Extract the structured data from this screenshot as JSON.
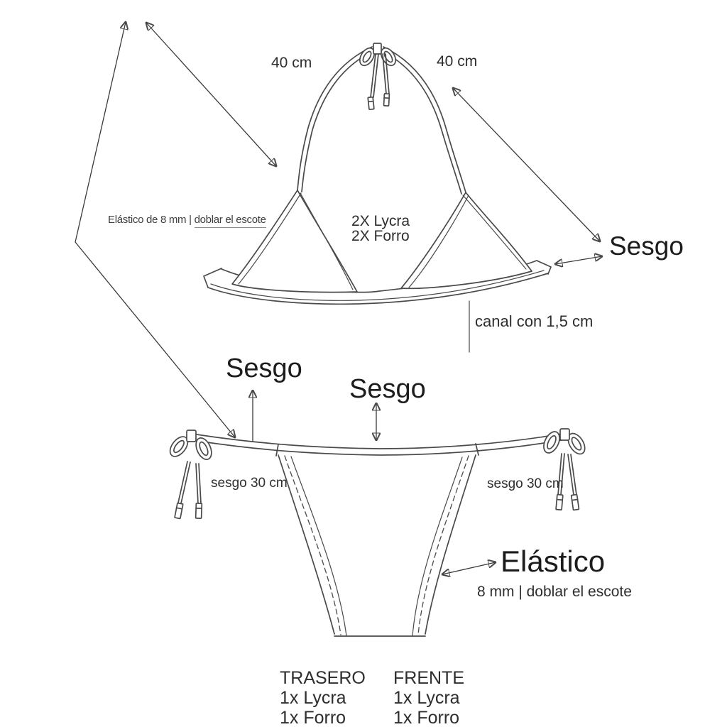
{
  "diagram": {
    "background": "#ffffff",
    "line_color": "#4a4a4a",
    "arrow_color": "#3a3a3a",
    "text_color": "#2e2e2e"
  },
  "top_piece": {
    "strap_left_measure": "40 cm",
    "strap_right_measure": "40 cm",
    "elastic_note": "Elástico de 8 mm | ",
    "elastic_note_underlined": "doblar el escote",
    "fabric_qty_line1": "2X Lycra",
    "fabric_qty_line2": "2X Forro",
    "bias_label": "Sesgo",
    "channel_label": "canal con 1,5 cm"
  },
  "bottom_piece": {
    "bias_label_left": "Sesgo",
    "bias_label_center": "Sesgo",
    "side_tie_left": "sesgo 30 cm",
    "side_tie_right": "sesgo 30 cm",
    "elastic_title": "Elástico",
    "elastic_spec": "8 mm | doblar el escote"
  },
  "cut_list": {
    "back_title": "TRASERO",
    "back_line1": "1x Lycra",
    "back_line2": "1x Forro",
    "front_title": "FRENTE",
    "front_line1": "1x Lycra",
    "front_line2": "1x Forro"
  }
}
